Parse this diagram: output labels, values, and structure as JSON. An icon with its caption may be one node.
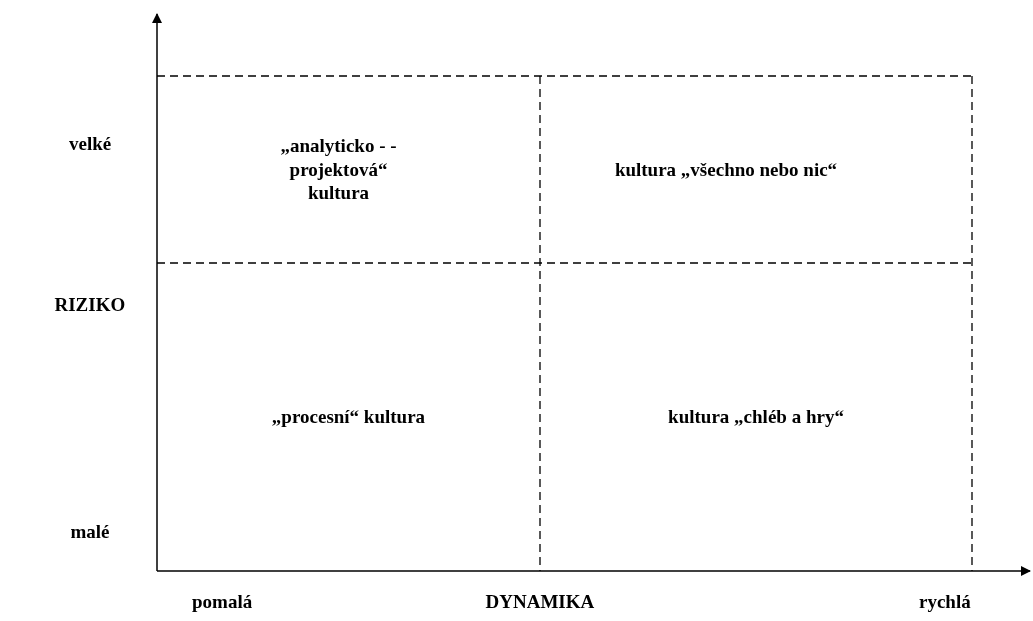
{
  "diagram": {
    "nodes": [
      {
        "text": [
          "„analyticko - - projektová“ kultura"
        ]
      },
      {
        "text": [
          "kultura „všechno nebo nic“"
        ]
      },
      {
        "text": [
          "„procesní“ kultura"
        ]
      },
      {
        "text": [
          "kultura „chléb a hry“"
        ]
      }
    ],
    "edges": [],
    "labels": [
      "velké",
      "RIZIKO",
      "malé",
      "pomalá",
      "DYNAMIKA",
      "rychlá"
    ]
  }
}
